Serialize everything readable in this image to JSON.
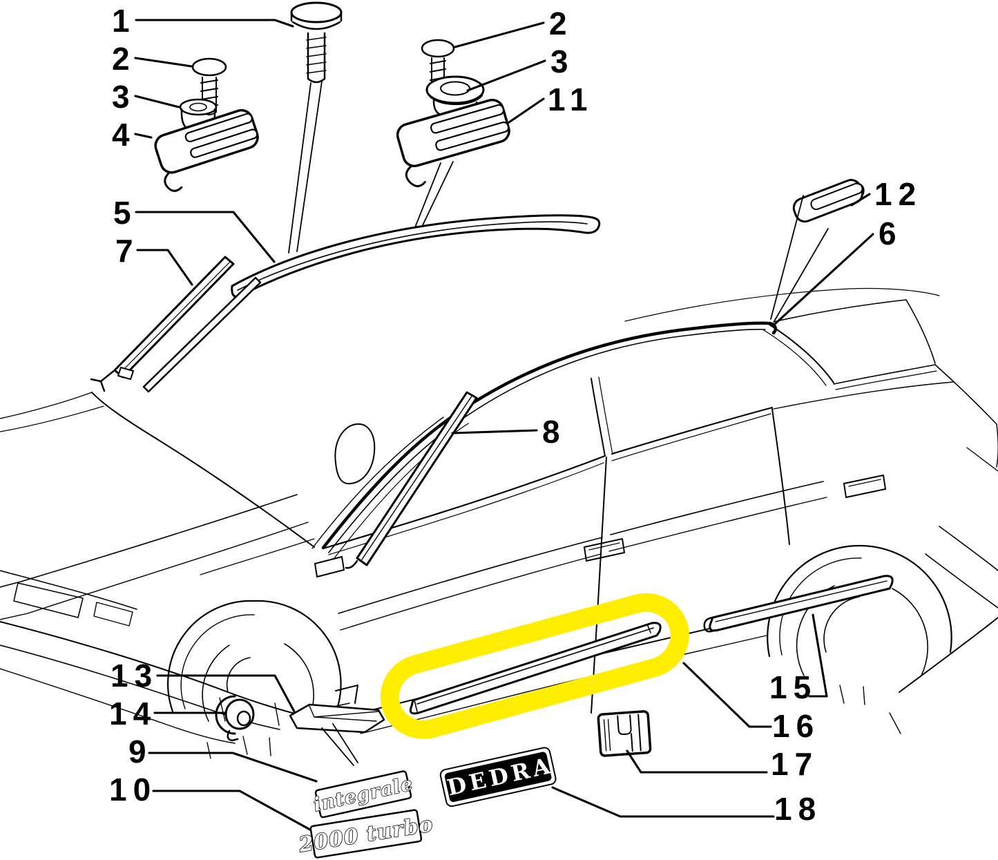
{
  "diagram": {
    "type": "exploded-parts-diagram",
    "subject": "car body side mouldings, trims and badges",
    "background_color": "#ffffff",
    "line_color": "#000000",
    "highlight": {
      "highlighted_part": "16",
      "color": "#ffee00"
    }
  },
  "badges": {
    "integrale": "integrale",
    "turbo": "2000 turbo",
    "model": "DEDRA"
  },
  "callouts": {
    "c1": {
      "label": "1"
    },
    "c2a": {
      "label": "2"
    },
    "c3a": {
      "label": "3"
    },
    "c4": {
      "label": "4"
    },
    "c5": {
      "label": "5"
    },
    "c7": {
      "label": "7"
    },
    "c2b": {
      "label": "2"
    },
    "c3b": {
      "label": "3"
    },
    "c11": {
      "label": "11"
    },
    "c12": {
      "label": "12"
    },
    "c6": {
      "label": "6"
    },
    "c8": {
      "label": "8"
    },
    "c13": {
      "label": "13"
    },
    "c14": {
      "label": "14"
    },
    "c9": {
      "label": "9"
    },
    "c10": {
      "label": "10"
    },
    "c15": {
      "label": "15"
    },
    "c16": {
      "label": "16"
    },
    "c17": {
      "label": "17"
    },
    "c18": {
      "label": "18"
    }
  }
}
